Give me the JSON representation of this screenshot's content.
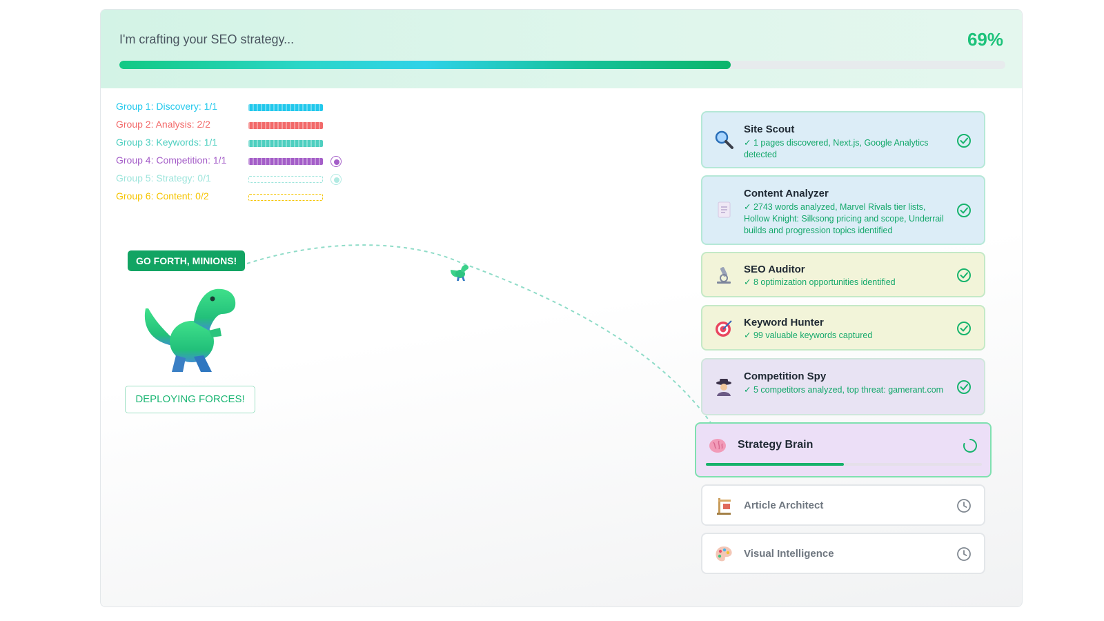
{
  "header": {
    "status": "I'm crafting your SEO strategy...",
    "percent_label": "69%",
    "progress": 0.69
  },
  "groups": [
    {
      "label": "Group 1: Discovery: 1/1",
      "color": "#22c8ec",
      "state": "done"
    },
    {
      "label": "Group 2: Analysis: 2/2",
      "color": "#f26a6a",
      "state": "done"
    },
    {
      "label": "Group 3: Keywords: 1/1",
      "color": "#4fcfc0",
      "state": "done"
    },
    {
      "label": "Group 4: Competition: 1/1",
      "color": "#a45ec8",
      "state": "done"
    },
    {
      "label": "Group 5: Strategy: 0/1",
      "color": "#9ee5dc",
      "state": "active"
    },
    {
      "label": "Group 6: Content: 0/2",
      "color": "#f5c400",
      "state": "pending"
    }
  ],
  "mascot": {
    "rally_text": "GO FORTH, MINIONS!",
    "deploy_button": "DEPLOYING FORCES!"
  },
  "agents": [
    {
      "name": "Site Scout",
      "detail": "✓ 1 pages discovered, Next.js, Google Analytics detected",
      "icon": "magnifier-icon",
      "status": "complete"
    },
    {
      "name": "Content Analyzer",
      "detail": "✓ 2743 words analyzed, Marvel Rivals tier lists, Hollow Knight: Silksong pricing and scope, Underrail builds and progression topics identified",
      "icon": "document-icon",
      "status": "complete"
    },
    {
      "name": "SEO Auditor",
      "detail": "✓ 8 optimization opportunities identified",
      "icon": "microscope-icon",
      "status": "complete"
    },
    {
      "name": "Keyword Hunter",
      "detail": "✓ 99 valuable keywords captured",
      "icon": "target-icon",
      "status": "complete"
    },
    {
      "name": "Competition Spy",
      "detail": "✓ 5 competitors analyzed, top threat: gamerant.com",
      "icon": "spy-icon",
      "status": "complete"
    },
    {
      "name": "Strategy Brain",
      "detail": "",
      "icon": "brain-icon",
      "status": "running",
      "progress": 0.5
    },
    {
      "name": "Article Architect",
      "detail": "",
      "icon": "construction-icon",
      "status": "pending"
    },
    {
      "name": "Visual Intelligence",
      "detail": "",
      "icon": "palette-icon",
      "status": "pending"
    }
  ]
}
